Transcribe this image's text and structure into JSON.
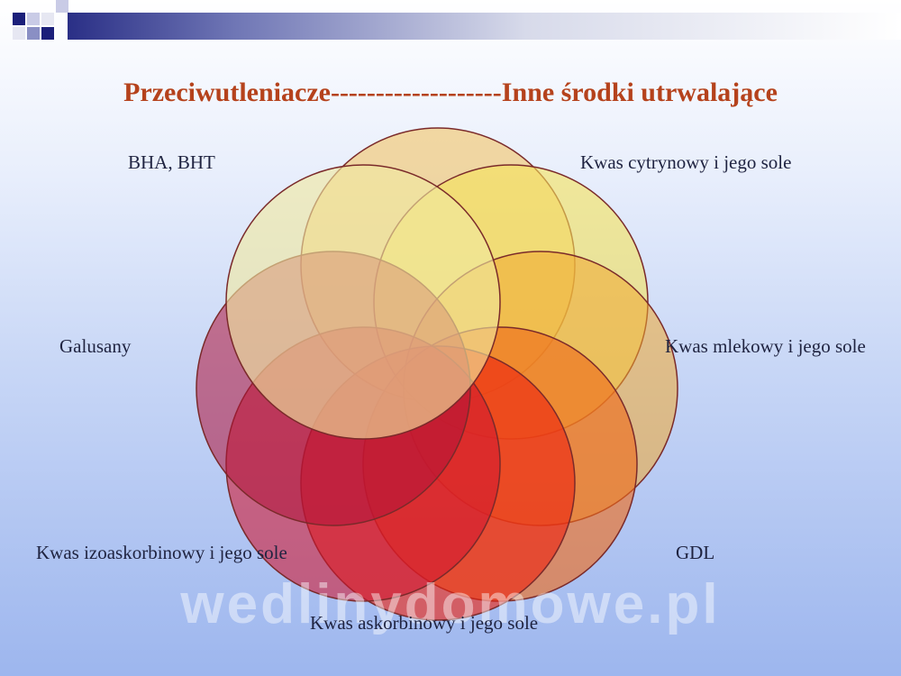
{
  "title": "Przeciwutleniacze-------------------Inne środki utrwalające",
  "labels": {
    "bha_bht": "BHA, BHT",
    "kwas_cytrynowy": "Kwas cytrynowy i jego sole",
    "galusany": "Galusany",
    "kwas_mlekowy": "Kwas mlekowy i jego sole",
    "kwas_izoaskorbinowy": "Kwas izoaskorbinowy i jego sole",
    "gdl": "GDL",
    "kwas_askorbinowy": "Kwas askorbinowy i jego sole"
  },
  "watermark": "wedlinydomowe.pl",
  "colors": {
    "title": "#b5421c",
    "label": "#1f2340",
    "circle_stroke": "#7a2a2a",
    "circles": [
      "#f4c466",
      "#f5e25a",
      "#f0a830",
      "#ef6a1a",
      "#ee2410",
      "#d11730",
      "#b01238",
      "#f0e8a0"
    ]
  }
}
